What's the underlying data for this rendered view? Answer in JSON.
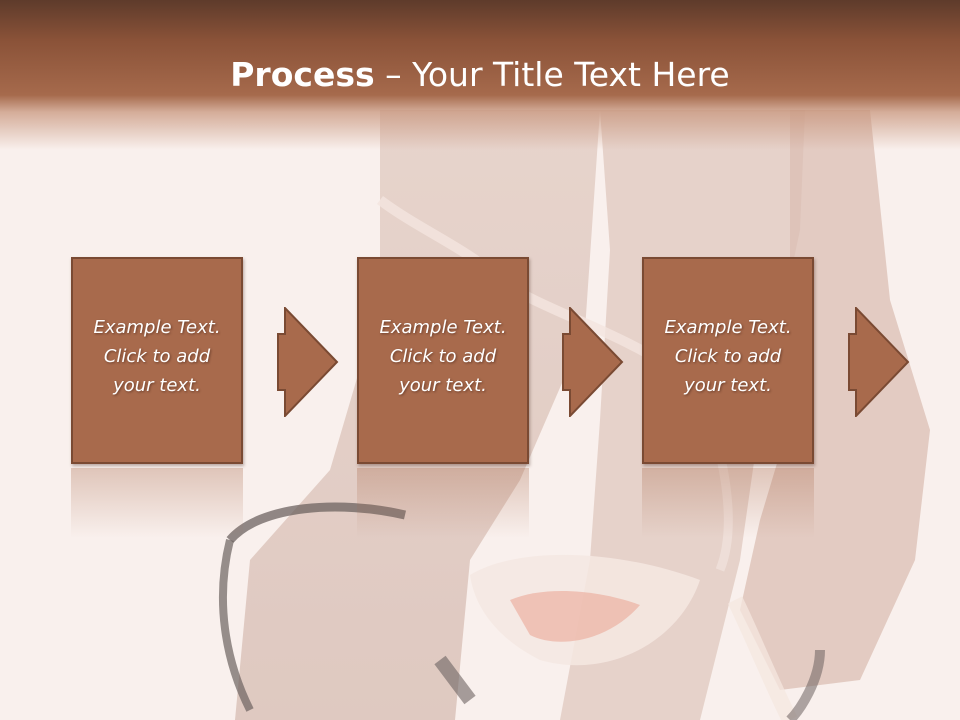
{
  "slide": {
    "title_strong": "Process",
    "title_separator": " – ",
    "title_rest": "Your Title Text Here"
  },
  "steps": [
    {
      "lines": [
        "Example Text.",
        "Click  to add",
        "your text."
      ]
    },
    {
      "lines": [
        "Example Text.",
        "Click  to add",
        "your text."
      ]
    },
    {
      "lines": [
        "Example Text.",
        "Click  to add",
        "your text."
      ]
    }
  ],
  "colors": {
    "box_fill": "#a86a4c",
    "box_border": "#7a4a33",
    "title_band": "#8a5238",
    "background": "#f9f1ed"
  },
  "icons": [
    "right-arrow-icon",
    "right-arrow-icon",
    "right-arrow-icon"
  ]
}
